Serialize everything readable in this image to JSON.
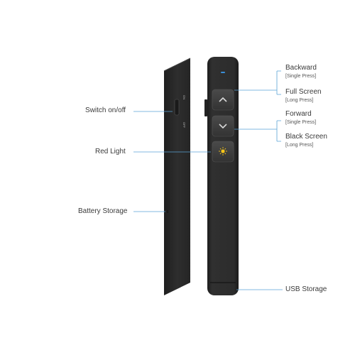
{
  "labels": {
    "switch": "Switch on/off",
    "red_light": "Red Light",
    "battery": "Battery Storage",
    "backward": "Backward",
    "backward_note": "[Single Press]",
    "full_screen": "Full Screen",
    "full_screen_note": "[Long Press]",
    "forward": "Forward",
    "forward_note": "[Single Press]",
    "black_screen": "Black Screen",
    "black_screen_note": "[Long Press]",
    "usb": "USB Storage"
  },
  "switch_marks": {
    "on": "ON",
    "off": "OFF"
  },
  "colors": {
    "body": "#2b2b2b",
    "button": "#3a3a3a",
    "leader": "#5aa3d6",
    "indicator": "#3a8fd9",
    "laser": "#f5c518",
    "text": "#3a3a3a"
  },
  "icons": {
    "up": "chevron-up-icon",
    "down": "chevron-down-icon",
    "laser": "laser-sun-icon"
  }
}
